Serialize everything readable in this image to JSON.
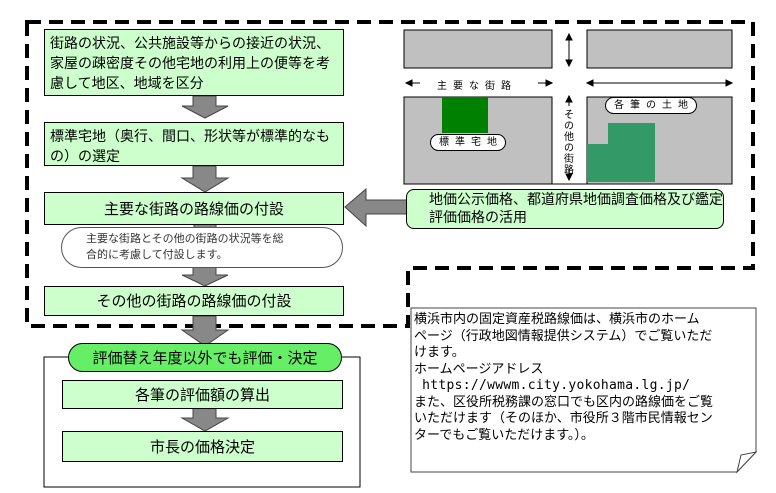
{
  "colors": {
    "step_fill": "#ccffcc",
    "badge_fill": "#66ee66",
    "arrow_fill": "#888888",
    "map_block": "#c0c0c0",
    "standard_lot": "#008000",
    "each_lot": "#339966"
  },
  "flow": {
    "step1": "街路の状況、公共施設等からの接近の状況、家屋の疎密度その他宅地の利用上の便等を考慮して地区、地域を区分",
    "step2": "標準宅地（奥行、間口、形状等が標準的なもの）の選定",
    "step3": "主要な街路の路線価の付設",
    "note": "主要な街路とその他の街路の状況等を総合的に考慮して付設します。",
    "step4": "その他の街路の路線価の付設",
    "badge": "評価替え年度以外でも評価・決定",
    "step5": "各筆の評価額の算出",
    "step6": "市長の価格決定"
  },
  "map": {
    "main_street": "主要な街路",
    "other_street": "その他の街路",
    "standard_lot": "標準宅地",
    "each_lot": "各筆の土地"
  },
  "price_source": "地価公示価格、都道府県地価調査価格及び鑑定評価価格の活用",
  "info_note": {
    "lines": [
      "横浜市内の固定資産税路線価は、横浜市のホーム",
      "ページ（行政地図情報提供システム）でご覧いただ",
      "けます。",
      "ホームページアドレス",
      " https://wwwm.city.yokohama.lg.jp/",
      "また、区役所税務課の窓口でも区内の路線価をご覧",
      "いただけます（そのほか、市役所３階市民情報セン",
      "ターでもご覧いただけます。）。"
    ]
  }
}
